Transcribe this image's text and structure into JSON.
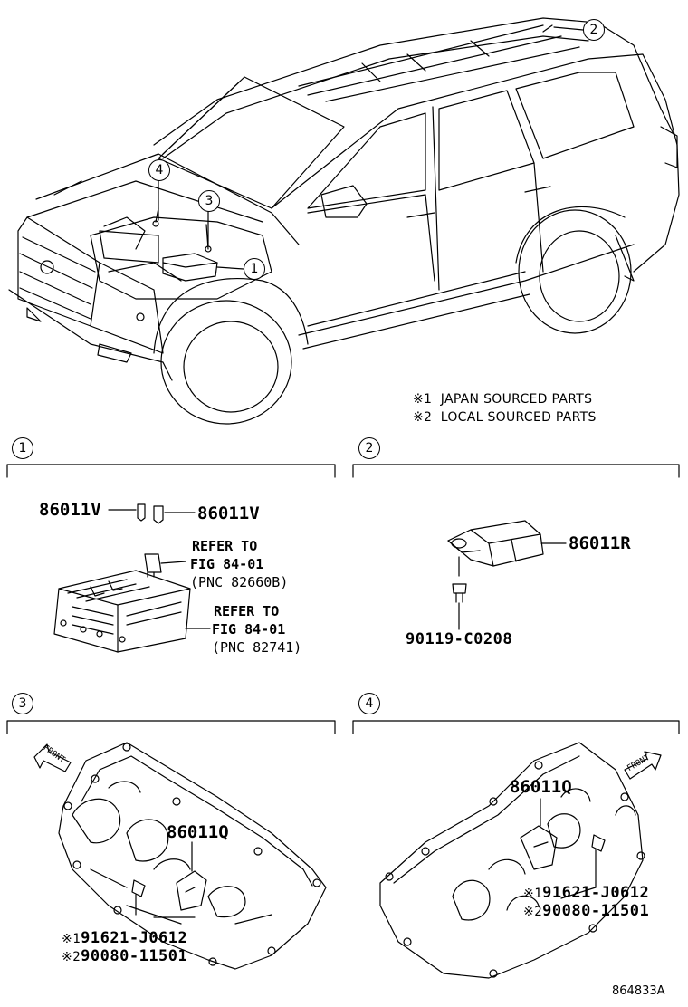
{
  "legend": {
    "note1_mark": "※1",
    "note1_text": "JAPAN SOURCED PARTS",
    "note2_mark": "※2",
    "note2_text": "LOCAL SOURCED PARTS"
  },
  "callouts": [
    "1",
    "2",
    "3",
    "4"
  ],
  "section1": {
    "index": "1",
    "part_left": "86011V",
    "part_right": "86011V",
    "ref1_line1": "REFER TO",
    "ref1_line2": "FIG 84-01",
    "ref1_line3": "(PNC 82660B)",
    "ref2_line1": "REFER TO",
    "ref2_line2": "FIG 84-01",
    "ref2_line3": "(PNC 82741)"
  },
  "section2": {
    "index": "2",
    "part_main": "86011R",
    "part_bolt": "90119-C0208"
  },
  "section3": {
    "index": "3",
    "part_main": "86011Q",
    "note1_mark": "※1",
    "note1_part": "91621-J0612",
    "note2_mark": "※2",
    "note2_part": "90080-11501",
    "front_label": "FRONT"
  },
  "section4": {
    "index": "4",
    "part_main": "86011Q",
    "note1_mark": "※1",
    "note1_part": "91621-J0612",
    "note2_mark": "※2",
    "note2_part": "90080-11501",
    "front_label": "FRONT"
  },
  "figure_id": "864833A"
}
